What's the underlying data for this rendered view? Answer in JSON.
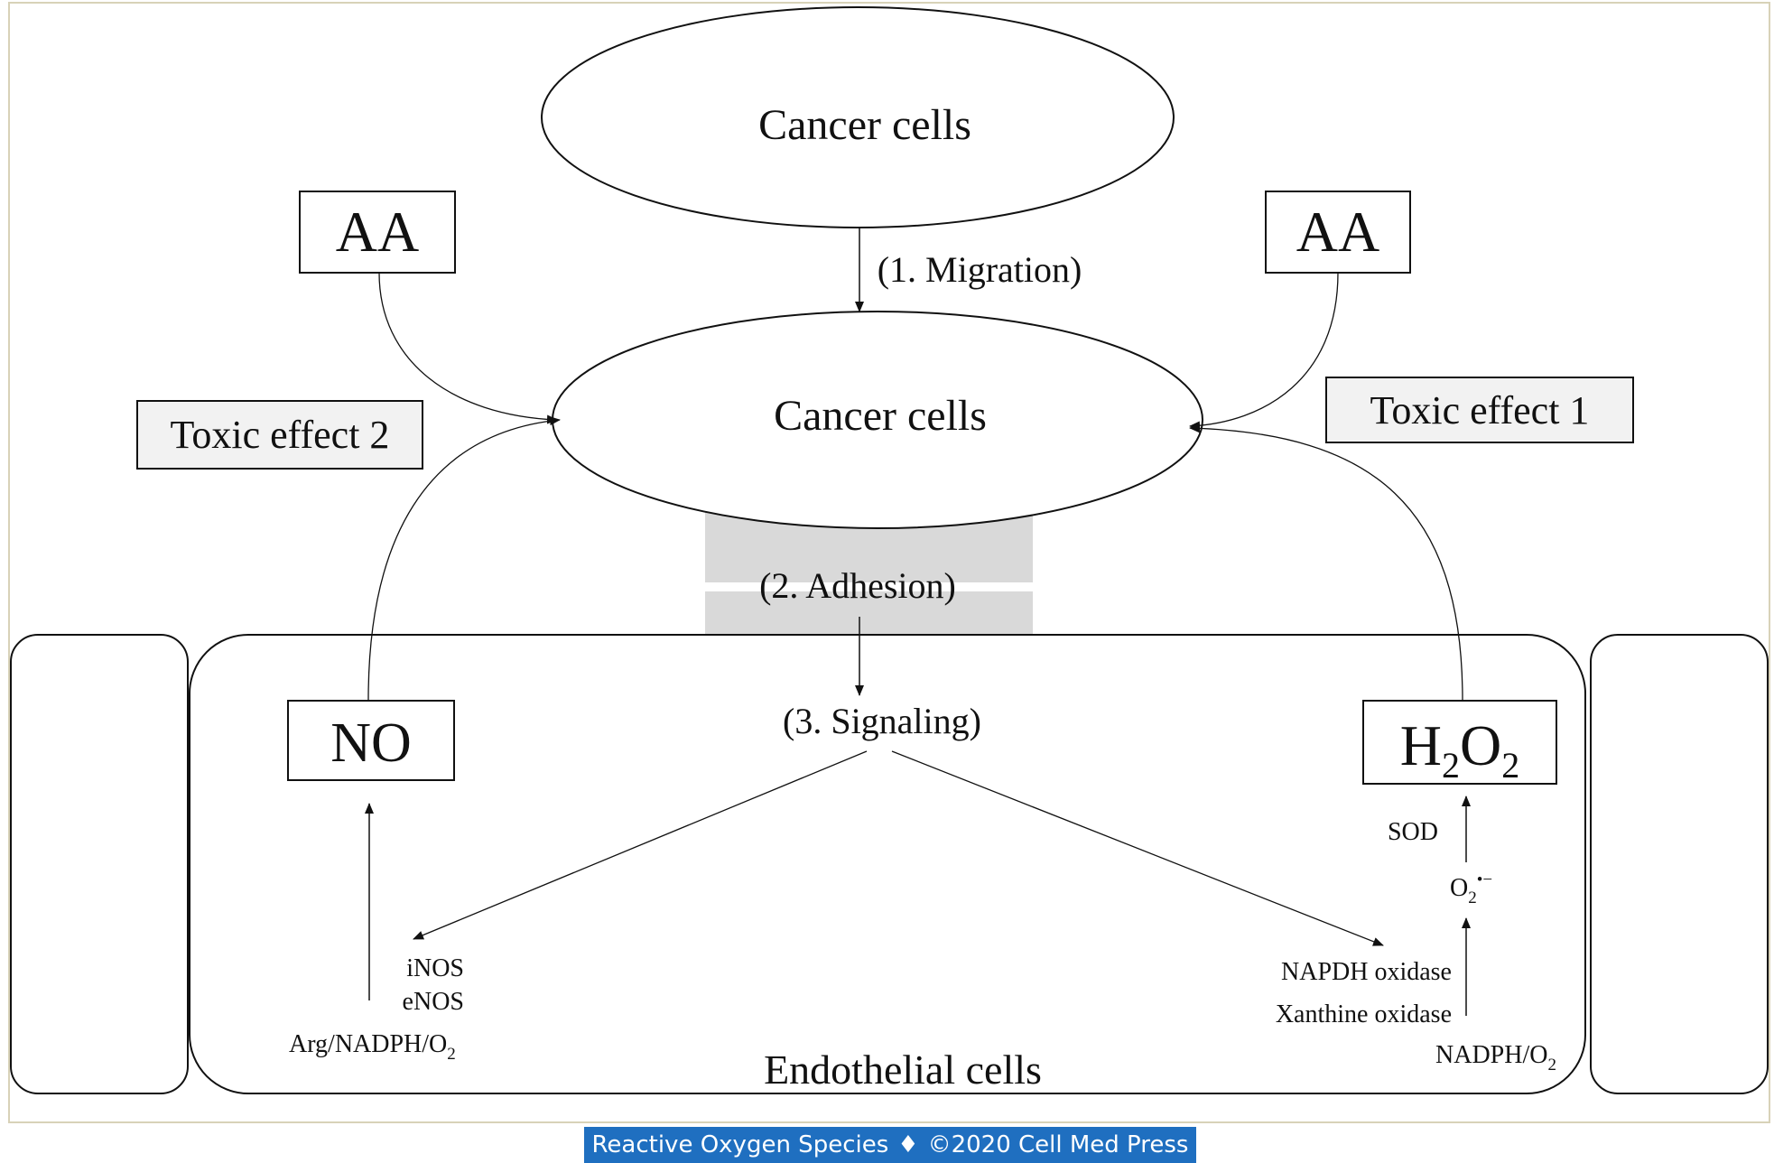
{
  "nodes": {
    "cancer_top": "Cancer cells",
    "cancer_mid": "Cancer cells",
    "aa_left": "AA",
    "aa_right": "AA",
    "toxic_left": "Toxic effect 2",
    "toxic_right": "Toxic effect 1",
    "no": "NO",
    "h2o2": {
      "h1": "H",
      "sub1": "2",
      "h2": "O",
      "sub2": "2"
    },
    "endothelial": "Endothelial cells"
  },
  "labels": {
    "migration": "(1. Migration)",
    "adhesion": "(2. Adhesion)",
    "signaling": "(3. Signaling)",
    "inos": "iNOS",
    "enos": "eNOS",
    "arg_main": "Arg/NADPH/O",
    "arg_sub": "2",
    "napdh": "NAPDH oxidase",
    "xanthine": "Xanthine oxidase",
    "nadph_main": "NADPH/O",
    "nadph_sub": "2",
    "sod": "SOD",
    "o2_main": "O",
    "o2_sub": "2",
    "o2_sup": "•−"
  },
  "footer": {
    "left": "Reactive Oxygen Species",
    "sep": "♦",
    "right": "©2020 Cell Med Press"
  },
  "colors": {
    "toxic_box_fill": "#f2f2f2",
    "adhesion_fill": "#d9d9d9",
    "footer_bg": "#1f6fc0",
    "frame": "#d8d2b8"
  }
}
